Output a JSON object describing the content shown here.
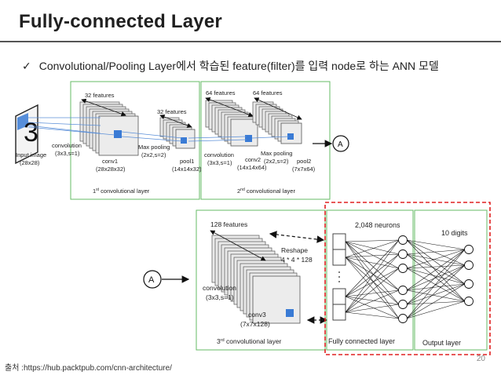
{
  "title": "Fully-connected  Layer",
  "bullet": {
    "check_icon": "check-icon",
    "text": "Convolutional/Pooling Layer에서 학습된 feature(filter)를 입력 node로 하는 ANN 모델"
  },
  "layer1": {
    "input_label": "Input image",
    "input_size": "(28x28)",
    "input_digit": "3",
    "features_32a": "32 features",
    "features_32b": "32 features",
    "conv_label": "convolution",
    "conv_params": "(3x3,s=1)",
    "conv1": "conv1",
    "conv1_size": "(28x28x32)",
    "maxpool": "Max pooling",
    "maxpool_params": "(2x2,s=2)",
    "pool1": "pool1",
    "pool1_size": "(14x14x32)",
    "caption_num": "1",
    "caption_sup": "st",
    "caption_rest": " convolutional layer"
  },
  "layer2": {
    "features_64a": "64 features",
    "features_64b": "64 features",
    "conv_label": "convolution",
    "conv_params": "(3x3,s=1)",
    "conv2": "conv2",
    "conv2_size": "(14x14x64)",
    "maxpool": "Max pooling",
    "maxpool_params": "(2x2,s=2)",
    "pool2": "pool2",
    "pool2_size": "(7x7x64)",
    "caption_num": "2",
    "caption_sup": "nd",
    "caption_rest": " convolutional layer"
  },
  "connector_label": "A",
  "layer3": {
    "features_128": "128 features",
    "reshape": "Reshape",
    "reshape_dims": "4 * 4 * 128",
    "conv_label": "convolution",
    "conv_params": "(3x3,s=1)",
    "conv3": "conv3",
    "conv3_size": "(7x7x128)",
    "caption_num": "3",
    "caption_sup": "rd",
    "caption_rest": " convolutional layer"
  },
  "fc": {
    "neurons": "2,048 neurons",
    "caption": "Fully connected layer"
  },
  "output": {
    "digits": "10 digits",
    "caption": "Output layer"
  },
  "source": "출처 :https://hub.packtpub.com/cnn-architecture/",
  "page_number": "20",
  "colors": {
    "highlight_dash": "#e02020",
    "panel_border": "#66bb66",
    "feature_blue": "#3a7bd5",
    "line_blue": "#5b8fd8"
  }
}
